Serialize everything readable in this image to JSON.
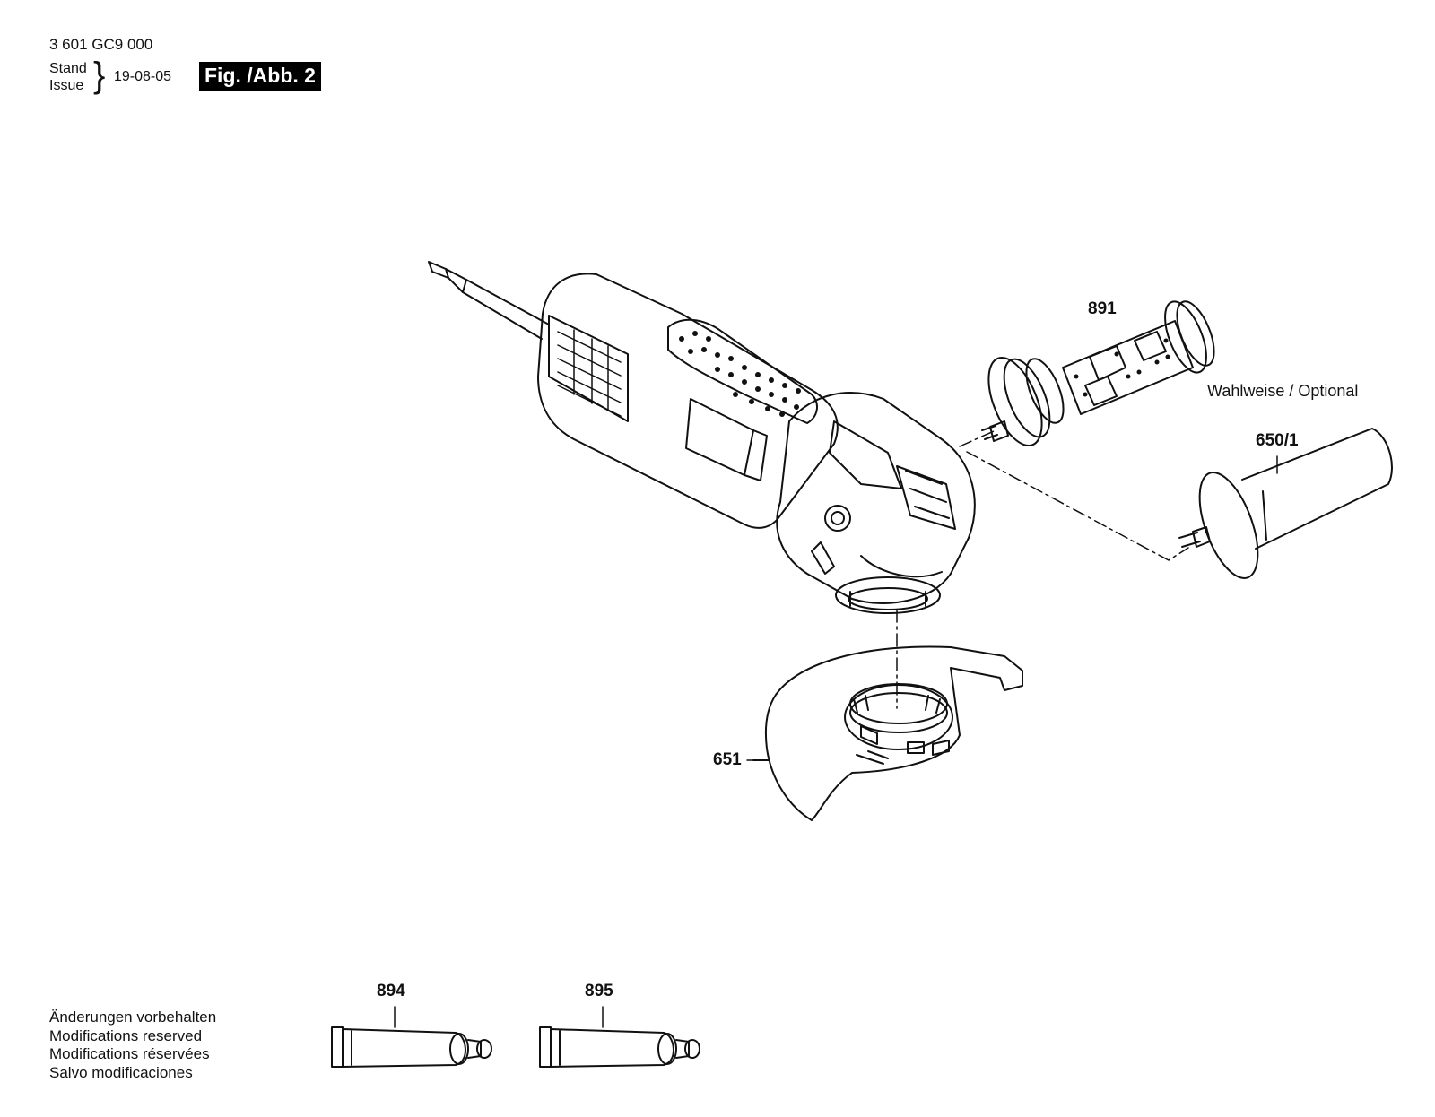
{
  "header": {
    "part_number": "3 601 GC9 000",
    "stand_label": "Stand",
    "issue_label": "Issue",
    "date": "19-08-05",
    "figure_label": "Fig. /Abb. 2"
  },
  "callouts": {
    "handle_891": "891",
    "handle_650_1": "650/1",
    "guard_651": "651",
    "tube_894": "894",
    "tube_895": "895"
  },
  "optional_note": "Wahlweise / Optional",
  "modifications_notice": [
    "Änderungen vorbehalten",
    "Modifications reserved",
    "Modifications réservées",
    "Salvo modificaciones"
  ]
}
